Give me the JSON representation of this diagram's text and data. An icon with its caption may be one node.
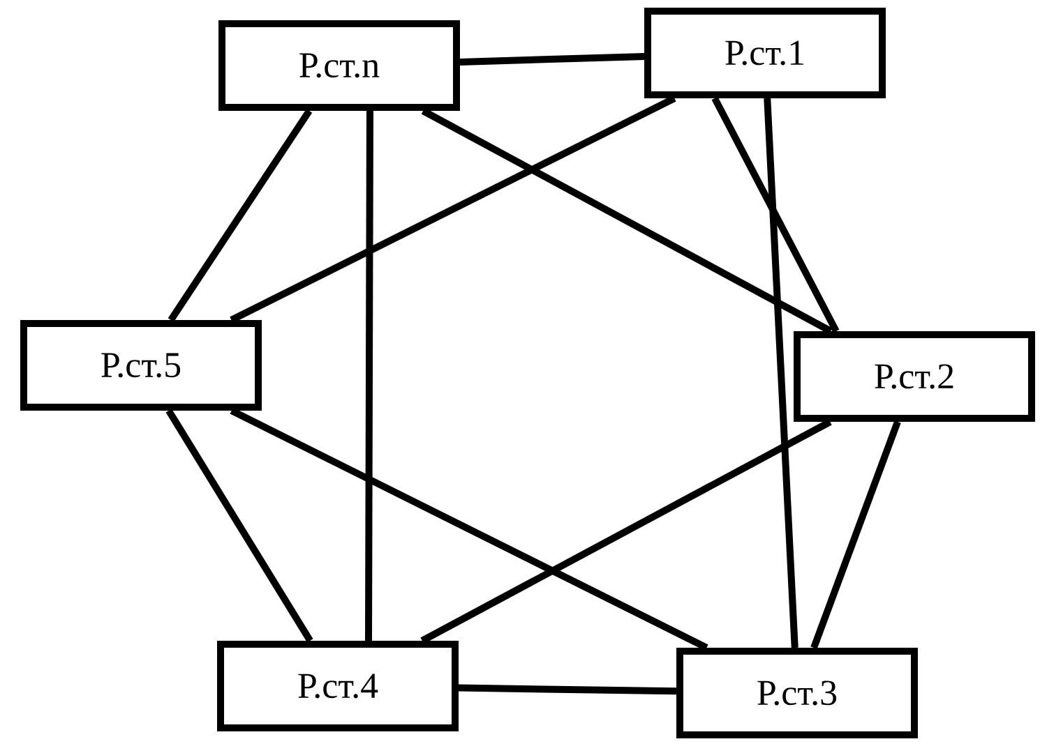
{
  "diagram": {
    "nodes": [
      {
        "text": [
          "Р.ст.n"
        ]
      },
      {
        "text": [
          "Р.ст.1"
        ]
      },
      {
        "text": [
          "Р.ст.5"
        ]
      },
      {
        "text": [
          "Р.ст.2"
        ]
      },
      {
        "text": [
          "Р.ст.4"
        ]
      },
      {
        "text": [
          "Р.ст.3"
        ]
      }
    ],
    "edges": [
      {
        "from": 0,
        "to": 1,
        "arrow": "none"
      },
      {
        "from": 0,
        "to": 2,
        "arrow": "none"
      },
      {
        "from": 0,
        "to": 4,
        "arrow": "none"
      },
      {
        "from": 0,
        "to": 3,
        "arrow": "none"
      },
      {
        "from": 1,
        "to": 2,
        "arrow": "none"
      },
      {
        "from": 1,
        "to": 5,
        "arrow": "none"
      },
      {
        "from": 1,
        "to": 3,
        "arrow": "none"
      },
      {
        "from": 2,
        "to": 4,
        "arrow": "none"
      },
      {
        "from": 2,
        "to": 5,
        "arrow": "none"
      },
      {
        "from": 3,
        "to": 4,
        "arrow": "none"
      },
      {
        "from": 3,
        "to": 5,
        "arrow": "none"
      },
      {
        "from": 4,
        "to": 5,
        "arrow": "none"
      }
    ]
  }
}
